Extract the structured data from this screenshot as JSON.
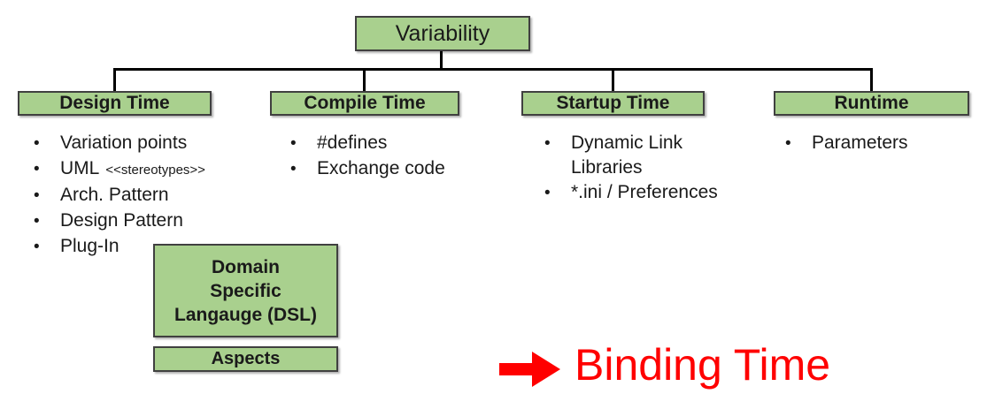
{
  "ui": {
    "bullet_glyph": "•"
  },
  "colors": {
    "box_fill": "#a9d08e",
    "box_border": "#404040",
    "connector_line": "#000000",
    "annotation_red": "#ff0000",
    "text": "#1a1a1a"
  },
  "root": {
    "label": "Variability"
  },
  "columns": [
    {
      "header": "Design Time",
      "items": [
        {
          "text": "Variation points"
        },
        {
          "text": "UML",
          "suffix": "<<stereotypes>>"
        },
        {
          "text": "Arch. Pattern"
        },
        {
          "text": "Design Pattern"
        },
        {
          "text": "Plug-In"
        }
      ]
    },
    {
      "header": "Compile Time",
      "items": [
        {
          "text": "#defines"
        },
        {
          "text": "Exchange code"
        }
      ]
    },
    {
      "header": "Startup Time",
      "items": [
        {
          "text": "Dynamic Link Libraries"
        },
        {
          "text": "*.ini / Preferences"
        }
      ]
    },
    {
      "header": "Runtime",
      "items": [
        {
          "text": "Parameters"
        }
      ]
    }
  ],
  "dsl": {
    "lines": [
      "Domain",
      "Specific",
      "Langauge (DSL)"
    ]
  },
  "aspects": {
    "label": "Aspects"
  },
  "annotation": {
    "label": "Binding Time"
  }
}
